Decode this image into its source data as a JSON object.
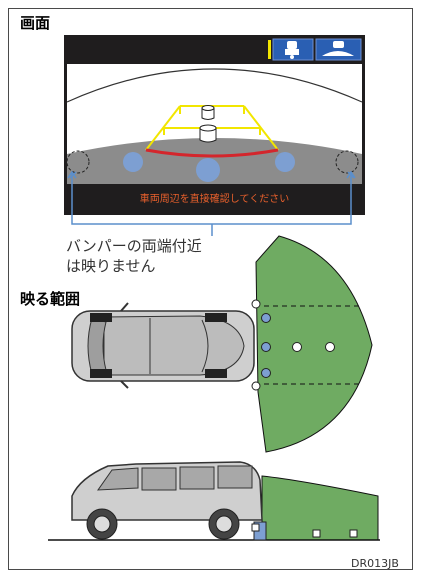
{
  "section_screen": "画面",
  "screen": {
    "warning": "車両周辺を直接確認してください",
    "icons": [
      "camera-view-icon",
      "top-view-icon"
    ]
  },
  "callout": {
    "line1": "バンパーの両端付近",
    "line2": "は映りません"
  },
  "section_range": "映る範囲",
  "figure_code": "DR013JB",
  "colors": {
    "display_bg": "#1f1d1e",
    "guide_yellow": "#f2e600",
    "guide_red": "#d4262c",
    "camera_range_green": "#6fab62",
    "sensor_blue": "#7d9fd2",
    "warning_text": "#e8602c"
  }
}
